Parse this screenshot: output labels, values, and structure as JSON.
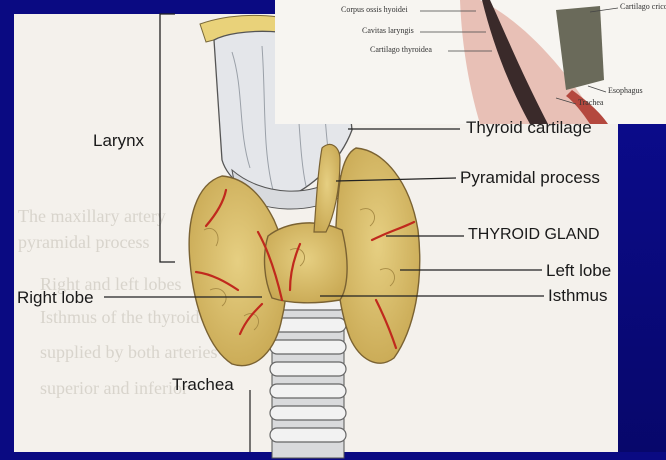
{
  "colors": {
    "slide_blue": "#0a0a82",
    "paper": "#f4f1ec",
    "gland": "#d9bf6a",
    "gland_shadow": "#b89a45",
    "artery": "#c0291d",
    "cartilage": "#e4e6ea",
    "trachea_ring": "#dcdcdc"
  },
  "labels": {
    "larynx": "Larynx",
    "thyroid_cartilage": "Thyroid cartilage",
    "pyramidal_process": "Pyramidal process",
    "thyroid_gland": "THYROID GLAND",
    "left_lobe": "Left lobe",
    "right_lobe": "Right lobe",
    "isthmus": "Isthmus",
    "trachea": "Trachea"
  },
  "inset": {
    "labels": {
      "corpus_ossis_hyoidei": "Corpus ossis hyoidei",
      "cavitas_laryngis": "Cavitas laryngis",
      "cartilago_thyroidea": "Cartilago thyroidea",
      "cartilago_cricoidea": "Cartilago cricoidea",
      "esophagus": "Esophagus",
      "trachea": "Trachea"
    }
  },
  "background_text": [
    "The maxillary artery",
    "pyramidal process",
    "Right and left lobes",
    "Isthmus of the thyroid",
    "supplied by both arteries",
    "superior and inferior"
  ]
}
